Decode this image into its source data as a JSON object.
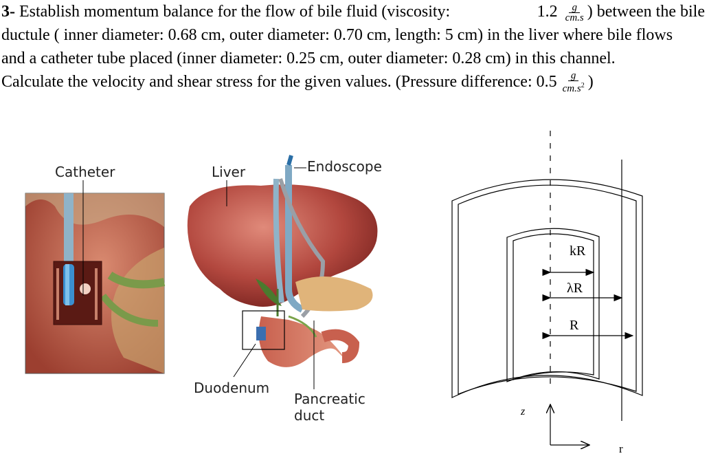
{
  "problem": {
    "number": "3-",
    "line1_a": "Establish momentum balance for the flow of bile fluid (viscosity:",
    "viscosity_value": "1.2",
    "unit1_num": "g",
    "unit1_den": "cm.s",
    "line1_b": ") between the bile",
    "line2": "ductule ( inner diameter: 0.68 cm, outer diameter: 0.70 cm, length: 5 cm) in the liver where bile flows",
    "line3": "and a catheter tube placed (inner diameter: 0.25 cm, outer diameter: 0.28 cm) in this channel.",
    "line4_a": "Calculate the velocity and shear stress for the given values. (Pressure difference: 0.5",
    "unit2_num": "g",
    "unit2_den": "cm.s",
    "unit2_exp": "2",
    "line4_b": ")"
  },
  "illustration": {
    "catheter_label": "Catheter",
    "liver_label": "Liver",
    "endoscope_label": "Endoscope",
    "duodenum_label": "Duodenum",
    "pancreatic_label_1": "Pancreatic",
    "pancreatic_label_2": "duct"
  },
  "diagram": {
    "k_label": "kR",
    "lambda_label": "λR",
    "r_label": "R",
    "z_axis_label": "z",
    "r_axis_label": "r"
  }
}
